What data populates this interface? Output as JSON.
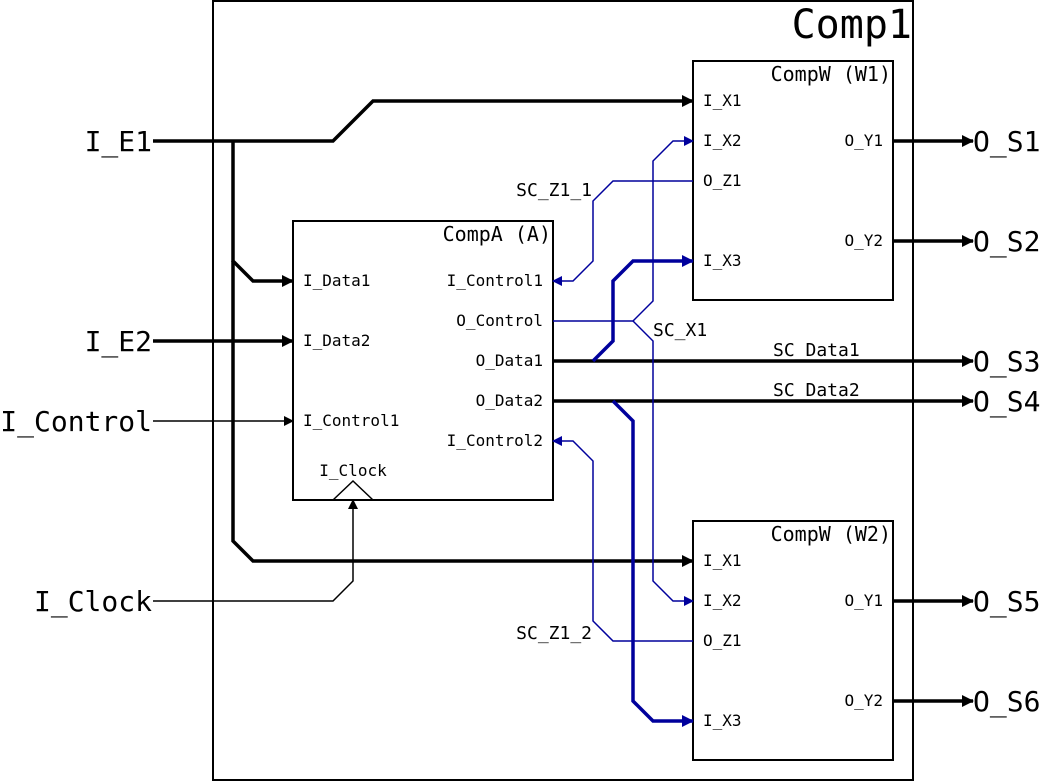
{
  "diagram": {
    "title": "Comp1",
    "colors": {
      "line": "#000000",
      "signal_blue": "#00009c",
      "background": "#ffffff"
    },
    "inputs": [
      "I_E1",
      "I_E2",
      "I_Control",
      "I_Clock"
    ],
    "outputs": [
      "O_S1",
      "O_S2",
      "O_S3",
      "O_S4",
      "O_S5",
      "O_S6"
    ],
    "comp_a": {
      "title": "CompA (A)",
      "ports_left": [
        "I_Data1",
        "I_Data2",
        "I_Control1"
      ],
      "ports_right": [
        "I_Control1",
        "O_Control",
        "O_Data1",
        "O_Data2",
        "I_Control2"
      ],
      "clock": "I_Clock"
    },
    "comp_w1": {
      "title": "CompW (W1)",
      "ports_left": [
        "I_X1",
        "I_X2",
        "O_Z1",
        "I_X3"
      ],
      "ports_right": [
        "O_Y1",
        "O_Y2"
      ]
    },
    "comp_w2": {
      "title": "CompW (W2)",
      "ports_left": [
        "I_X1",
        "I_X2",
        "O_Z1",
        "I_X3"
      ],
      "ports_right": [
        "O_Y1",
        "O_Y2"
      ]
    },
    "signals": {
      "sc_z1_1": "SC_Z1_1",
      "sc_x1": "SC_X1",
      "sc_data1": "SC_Data1",
      "sc_data2": "SC_Data2",
      "sc_z1_2": "SC_Z1_2"
    }
  }
}
